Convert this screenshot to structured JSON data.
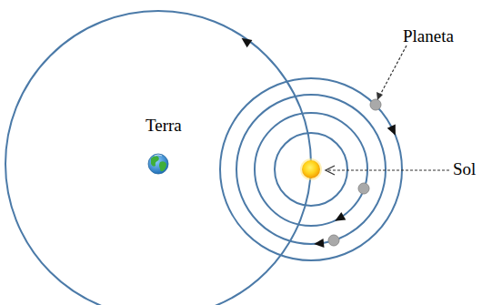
{
  "diagram": {
    "labels": [
      "Planeta",
      "Terra",
      "Sol"
    ]
  }
}
